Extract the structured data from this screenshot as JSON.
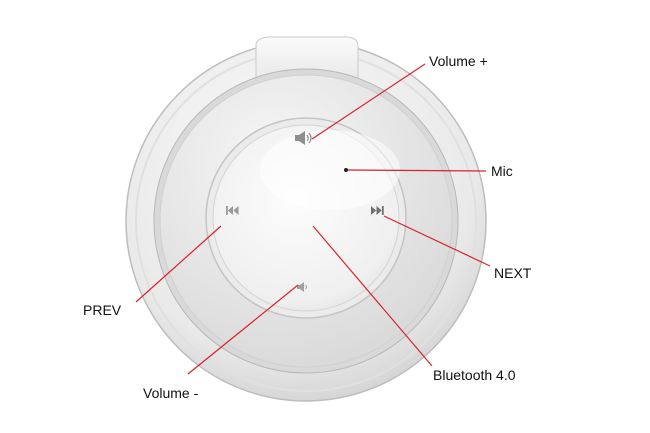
{
  "diagram": {
    "labels": {
      "volume_up": "Volume +",
      "mic": "Mic",
      "next": "NEXT",
      "prev": "PREV",
      "volume_down": "Volume -",
      "bluetooth": "Bluetooth 4.0"
    },
    "colors": {
      "leader_line": "#d8232a",
      "label_text": "#111111",
      "icon": "#8e8e8e",
      "body_light": "#f4f4f4",
      "body_shadow": "#c9c9c9"
    },
    "icons": {
      "volume_up": "speaker-loud-icon",
      "volume_down": "speaker-quiet-icon",
      "next": "skip-next-icon",
      "prev": "skip-previous-icon",
      "mic": "mic-hole"
    }
  }
}
